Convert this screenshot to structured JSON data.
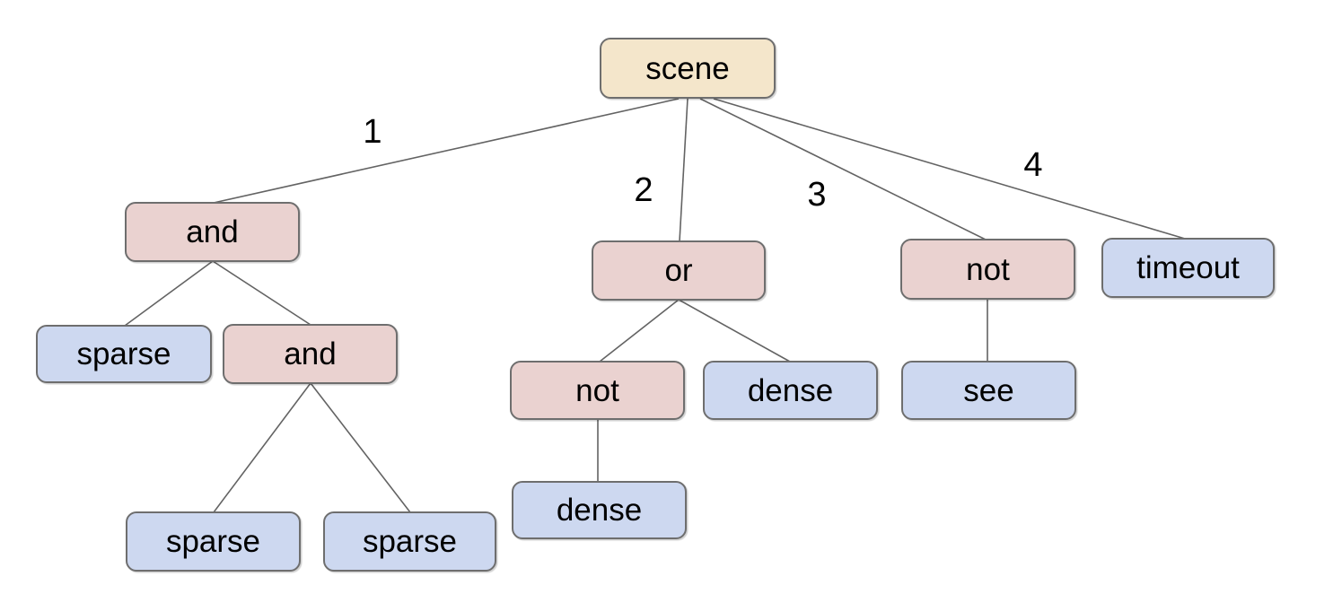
{
  "diagram": {
    "type": "tree",
    "nodes": [
      {
        "id": "scene",
        "label": "scene",
        "kind": "root"
      },
      {
        "id": "and-1",
        "label": "and",
        "kind": "operator"
      },
      {
        "id": "or-1",
        "label": "or",
        "kind": "operator"
      },
      {
        "id": "not-1",
        "label": "not",
        "kind": "operator"
      },
      {
        "id": "timeout-1",
        "label": "timeout",
        "kind": "leaf"
      },
      {
        "id": "sparse-1",
        "label": "sparse",
        "kind": "leaf"
      },
      {
        "id": "and-2",
        "label": "and",
        "kind": "operator"
      },
      {
        "id": "not-2",
        "label": "not",
        "kind": "operator"
      },
      {
        "id": "dense-1",
        "label": "dense",
        "kind": "leaf"
      },
      {
        "id": "see-1",
        "label": "see",
        "kind": "leaf"
      },
      {
        "id": "sparse-2",
        "label": "sparse",
        "kind": "leaf"
      },
      {
        "id": "sparse-3",
        "label": "sparse",
        "kind": "leaf"
      },
      {
        "id": "dense-2",
        "label": "dense",
        "kind": "leaf"
      }
    ],
    "edges": [
      {
        "from": "scene",
        "to": "and-1",
        "label": "1"
      },
      {
        "from": "scene",
        "to": "or-1",
        "label": "2"
      },
      {
        "from": "scene",
        "to": "not-1",
        "label": "3"
      },
      {
        "from": "scene",
        "to": "timeout-1",
        "label": "4"
      },
      {
        "from": "and-1",
        "to": "sparse-1",
        "label": ""
      },
      {
        "from": "and-1",
        "to": "and-2",
        "label": ""
      },
      {
        "from": "and-2",
        "to": "sparse-2",
        "label": ""
      },
      {
        "from": "and-2",
        "to": "sparse-3",
        "label": ""
      },
      {
        "from": "or-1",
        "to": "not-2",
        "label": ""
      },
      {
        "from": "or-1",
        "to": "dense-1",
        "label": ""
      },
      {
        "from": "not-2",
        "to": "dense-2",
        "label": ""
      },
      {
        "from": "not-1",
        "to": "see-1",
        "label": ""
      }
    ],
    "colors": {
      "root_fill": "#f4e6cb",
      "operator_fill": "#ead2d0",
      "leaf_fill": "#cdd8f0",
      "node_border": "#6e6e6e",
      "edge_line": "#636363",
      "text": "#000000"
    }
  }
}
